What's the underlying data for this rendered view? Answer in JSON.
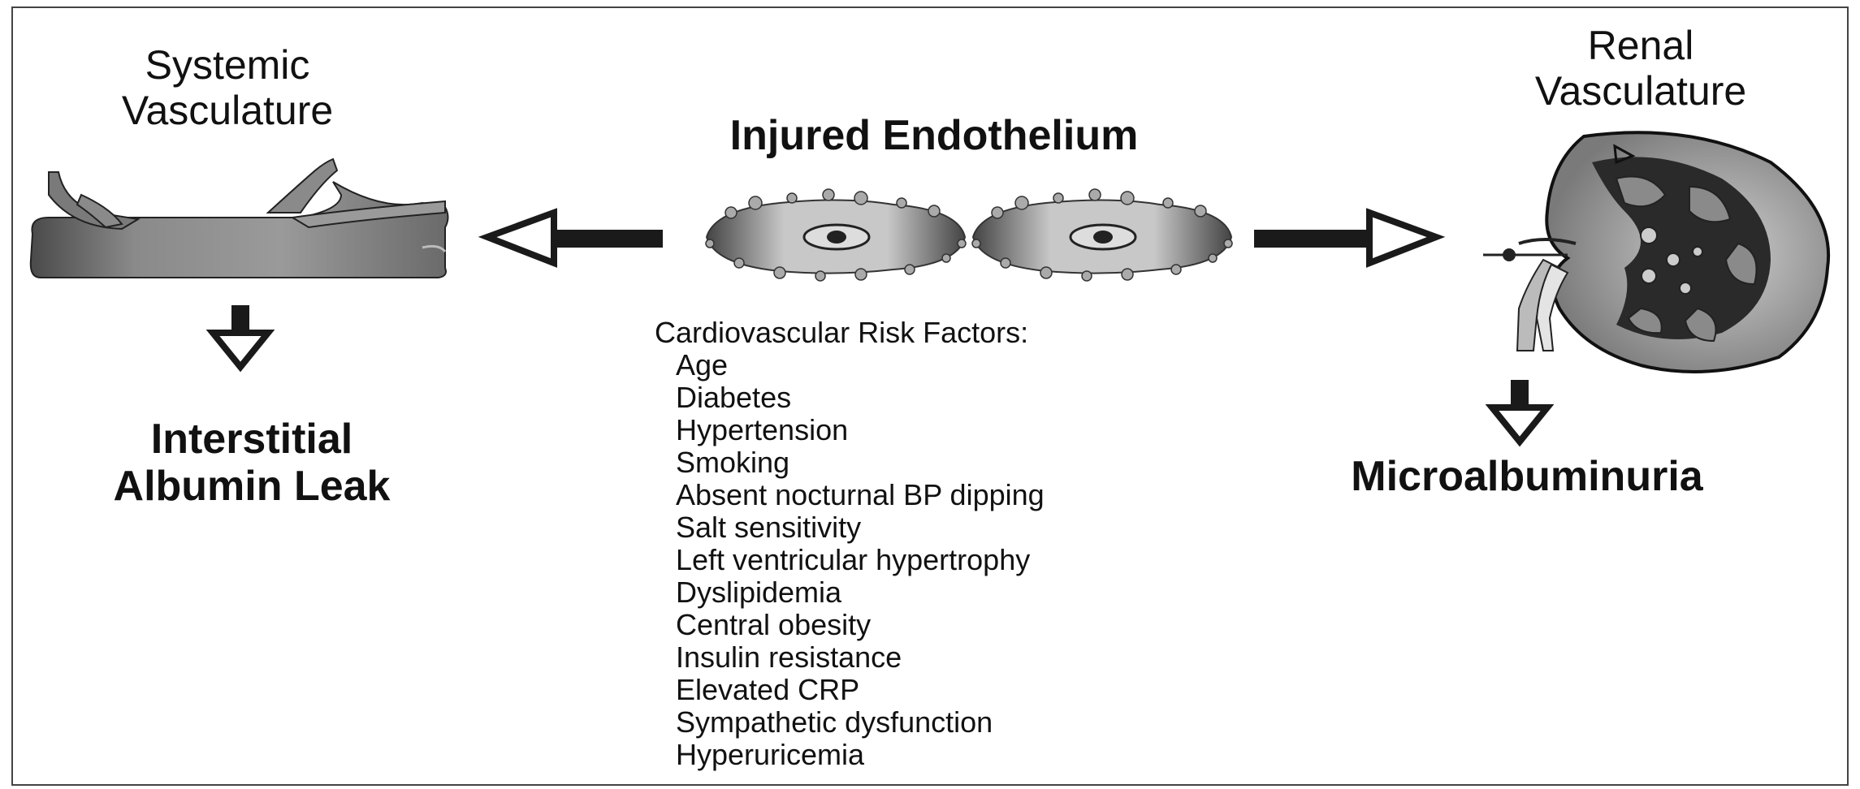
{
  "systemic": {
    "title_line1": "Systemic",
    "title_line2": "Vasculature",
    "outcome_line1": "Interstitial",
    "outcome_line2": "Albumin Leak"
  },
  "renal": {
    "title_line1": "Renal",
    "title_line2": "Vasculature",
    "outcome": "Microalbuminuria"
  },
  "center": {
    "title": "Injured Endothelium"
  },
  "risk_factors": {
    "heading": "Cardiovascular Risk Factors:",
    "items": [
      "Age",
      "Diabetes",
      "Hypertension",
      "Smoking",
      "Absent nocturnal BP dipping",
      "Salt sensitivity",
      "Left ventricular hypertrophy",
      "Dyslipidemia",
      "Central obesity",
      "Insulin resistance",
      "Elevated CRP",
      "Sympathetic  dysfunction",
      "Hyperuricemia"
    ]
  },
  "colors": {
    "arrow": "#1a1a1a",
    "vessel_dark": "#555555",
    "vessel_light": "#bdbdbd",
    "kidney_fill": "#9a9a9a"
  }
}
